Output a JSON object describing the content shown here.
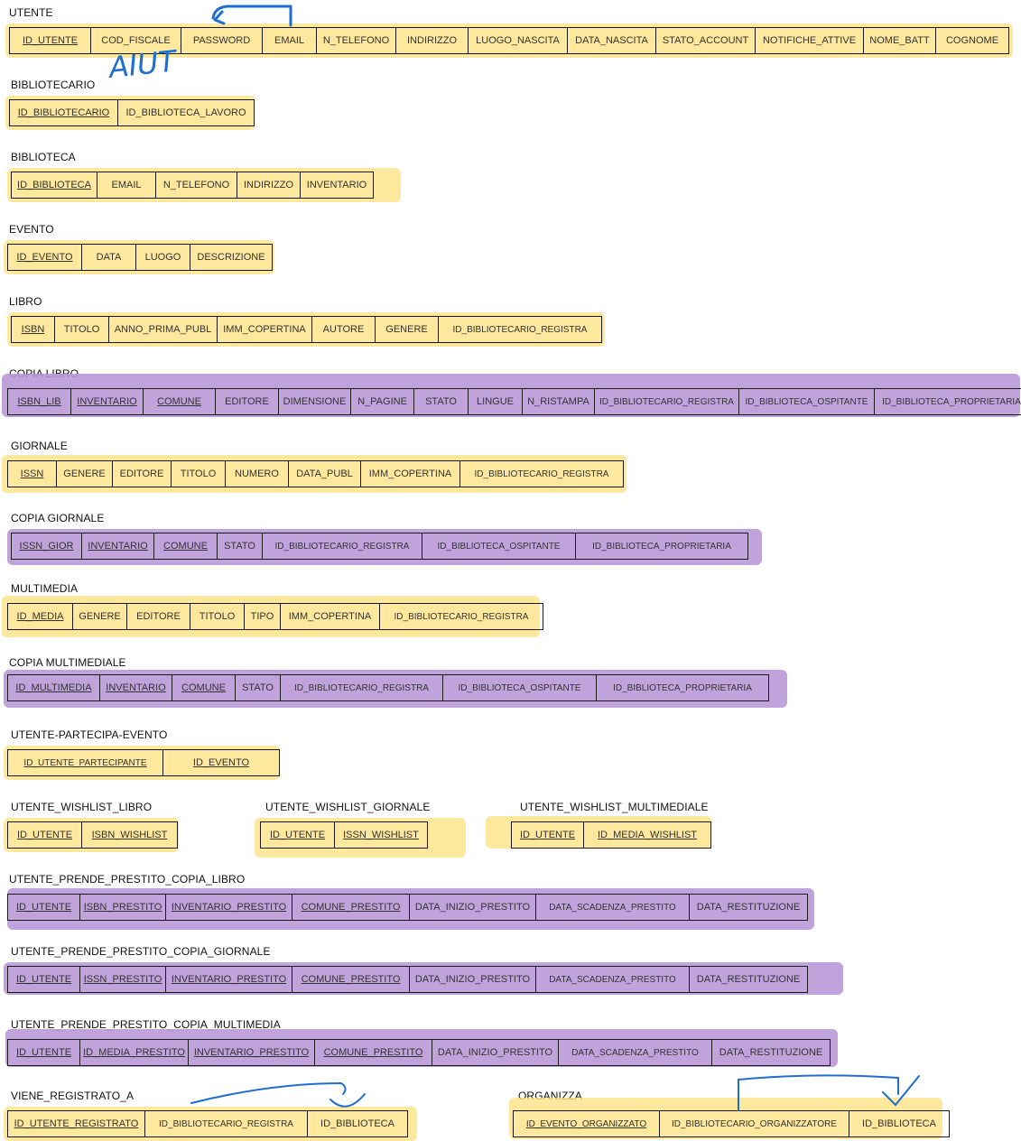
{
  "tables": [
    {
      "name": "UTENTE",
      "highlight": "yellow",
      "fields": [
        {
          "label": "ID_UTENTE",
          "pk": true
        },
        {
          "label": "COD_FISCALE",
          "pk": false
        },
        {
          "label": "PASSWORD",
          "pk": false
        },
        {
          "label": "EMAIL",
          "pk": false
        },
        {
          "label": "N_TELEFONO",
          "pk": false
        },
        {
          "label": "INDIRIZZO",
          "pk": false
        },
        {
          "label": "LUOGO_NASCITA",
          "pk": false
        },
        {
          "label": "DATA_NASCITA",
          "pk": false
        },
        {
          "label": "STATO_ACCOUNT",
          "pk": false
        },
        {
          "label": "NOTIFICHE_ATTIVE",
          "pk": false
        },
        {
          "label": "NOME_BATT",
          "pk": false
        },
        {
          "label": "COGNOME",
          "pk": false
        }
      ]
    },
    {
      "name": "BIBLIOTECARIO",
      "highlight": "yellow",
      "fields": [
        {
          "label": "ID_BIBLIOTECARIO",
          "pk": true
        },
        {
          "label": "ID_BIBLIOTECA_LAVORO",
          "pk": false
        }
      ]
    },
    {
      "name": "BIBLIOTECA",
      "highlight": "yellow",
      "fields": [
        {
          "label": "ID_BIBLIOTECA",
          "pk": true
        },
        {
          "label": "EMAIL",
          "pk": false
        },
        {
          "label": "N_TELEFONO",
          "pk": false
        },
        {
          "label": "INDIRIZZO",
          "pk": false
        },
        {
          "label": "INVENTARIO",
          "pk": false
        }
      ]
    },
    {
      "name": "EVENTO",
      "highlight": "yellow",
      "fields": [
        {
          "label": "ID_EVENTO",
          "pk": true
        },
        {
          "label": "DATA",
          "pk": false
        },
        {
          "label": "LUOGO",
          "pk": false
        },
        {
          "label": "DESCRIZIONE",
          "pk": false
        }
      ]
    },
    {
      "name": "LIBRO",
      "highlight": "yellow",
      "fields": [
        {
          "label": "ISBN",
          "pk": true
        },
        {
          "label": "TITOLO",
          "pk": false
        },
        {
          "label": "ANNO_PRIMA_PUBL",
          "pk": false
        },
        {
          "label": "IMM_COPERTINA",
          "pk": false
        },
        {
          "label": "AUTORE",
          "pk": false
        },
        {
          "label": "GENERE",
          "pk": false
        },
        {
          "label": "ID_BIBLIOTECARIO_REGISTRA",
          "pk": false
        }
      ]
    },
    {
      "name": "COPIA LIBRO",
      "highlight": "purple",
      "fields": [
        {
          "label": "ISBN_LIB",
          "pk": true
        },
        {
          "label": "INVENTARIO",
          "pk": true
        },
        {
          "label": "COMUNE",
          "pk": true
        },
        {
          "label": "EDITORE",
          "pk": false
        },
        {
          "label": "DIMENSIONE",
          "pk": false
        },
        {
          "label": "N_PAGINE",
          "pk": false
        },
        {
          "label": "STATO",
          "pk": false
        },
        {
          "label": "LINGUE",
          "pk": false
        },
        {
          "label": "N_RISTAMPA",
          "pk": false
        },
        {
          "label": "ID_BIBLIOTECARIO_REGISTRA",
          "pk": false
        },
        {
          "label": "ID_BIBLIOTECA_OSPITANTE",
          "pk": false
        },
        {
          "label": "ID_BIBLIOTECA_PROPRIETARIA",
          "pk": false
        }
      ]
    },
    {
      "name": "GIORNALE",
      "highlight": "yellow",
      "fields": [
        {
          "label": "ISSN",
          "pk": true
        },
        {
          "label": "GENERE",
          "pk": false
        },
        {
          "label": "EDITORE",
          "pk": false
        },
        {
          "label": "TITOLO",
          "pk": false
        },
        {
          "label": "NUMERO",
          "pk": false
        },
        {
          "label": "DATA_PUBL",
          "pk": false
        },
        {
          "label": "IMM_COPERTINA",
          "pk": false
        },
        {
          "label": "ID_BIBLIOTECARIO_REGISTRA",
          "pk": false
        }
      ]
    },
    {
      "name": "COPIA GIORNALE",
      "highlight": "purple",
      "fields": [
        {
          "label": "ISSN_GIOR",
          "pk": true
        },
        {
          "label": "INVENTARIO",
          "pk": true
        },
        {
          "label": "COMUNE",
          "pk": true
        },
        {
          "label": "STATO",
          "pk": false
        },
        {
          "label": "ID_BIBLIOTECARIO_REGISTRA",
          "pk": false
        },
        {
          "label": "ID_BIBLIOTECA_OSPITANTE",
          "pk": false
        },
        {
          "label": "ID_BIBLIOTECA_PROPRIETARIA",
          "pk": false
        }
      ]
    },
    {
      "name": "MULTIMEDIA",
      "highlight": "yellow",
      "fields": [
        {
          "label": "ID_MEDIA",
          "pk": true
        },
        {
          "label": "GENERE",
          "pk": false
        },
        {
          "label": "EDITORE",
          "pk": false
        },
        {
          "label": "TITOLO",
          "pk": false
        },
        {
          "label": "TIPO",
          "pk": false
        },
        {
          "label": "IMM_COPERTINA",
          "pk": false
        },
        {
          "label": "ID_BIBLIOTECARIO_REGISTRA",
          "pk": false
        }
      ]
    },
    {
      "name": "COPIA MULTIMEDIALE",
      "highlight": "purple",
      "fields": [
        {
          "label": "ID_MULTIMEDIA",
          "pk": true
        },
        {
          "label": "INVENTARIO",
          "pk": true
        },
        {
          "label": "COMUNE",
          "pk": true
        },
        {
          "label": "STATO",
          "pk": false
        },
        {
          "label": "ID_BIBLIOTECARIO_REGISTRA",
          "pk": false
        },
        {
          "label": "ID_BIBLIOTECA_OSPITANTE",
          "pk": false
        },
        {
          "label": "ID_BIBLIOTECA_PROPRIETARIA",
          "pk": false
        }
      ]
    },
    {
      "name": "UTENTE-PARTECIPA-EVENTO",
      "highlight": "yellow",
      "fields": [
        {
          "label": "ID_UTENTE_PARTECIPANTE",
          "pk": true
        },
        {
          "label": "ID_EVENTO",
          "pk": true
        }
      ]
    },
    {
      "name": "UTENTE_WISHLIST_LIBRO",
      "highlight": "yellow",
      "fields": [
        {
          "label": "ID_UTENTE",
          "pk": true
        },
        {
          "label": "ISBN_WISHLIST",
          "pk": true
        }
      ]
    },
    {
      "name": "UTENTE_WISHLIST_GIORNALE",
      "highlight": "yellow",
      "fields": [
        {
          "label": "ID_UTENTE",
          "pk": true
        },
        {
          "label": "ISSN_WISHLIST",
          "pk": true
        }
      ]
    },
    {
      "name": "UTENTE_WISHLIST_MULTIMEDIALE",
      "highlight": "yellow",
      "fields": [
        {
          "label": "ID_UTENTE",
          "pk": true
        },
        {
          "label": "ID_MEDIA_WISHLIST",
          "pk": true
        }
      ]
    },
    {
      "name": "UTENTE_PRENDE_PRESTITO_COPIA_LIBRO",
      "highlight": "purple",
      "fields": [
        {
          "label": "ID_UTENTE",
          "pk": true
        },
        {
          "label": "ISBN_PRESTITO",
          "pk": true
        },
        {
          "label": "INVENTARIO_PRESTITO",
          "pk": true
        },
        {
          "label": "COMUNE_PRESTITO",
          "pk": true
        },
        {
          "label": "DATA_INIZIO_PRESTITO",
          "pk": false
        },
        {
          "label": "DATA_SCADENZA_PRESTITO",
          "pk": false
        },
        {
          "label": "DATA_RESTITUZIONE",
          "pk": false
        }
      ]
    },
    {
      "name": "UTENTE_PRENDE_PRESTITO_COPIA_GIORNALE",
      "highlight": "purple",
      "fields": [
        {
          "label": "ID_UTENTE",
          "pk": true
        },
        {
          "label": "ISSN_PRESTITO",
          "pk": true
        },
        {
          "label": "INVENTARIO_PRESTITO",
          "pk": true
        },
        {
          "label": "COMUNE_PRESTITO",
          "pk": true
        },
        {
          "label": "DATA_INIZIO_PRESTITO",
          "pk": false
        },
        {
          "label": "DATA_SCADENZA_PRESTITO",
          "pk": false
        },
        {
          "label": "DATA_RESTITUZIONE",
          "pk": false
        }
      ]
    },
    {
      "name": "UTENTE_PRENDE_PRESTITO_COPIA_MULTIMEDIA",
      "highlight": "purple",
      "fields": [
        {
          "label": "ID_UTENTE",
          "pk": true
        },
        {
          "label": "ID_MEDIA_PRESTITO",
          "pk": true
        },
        {
          "label": "INVENTARIO_PRESTITO",
          "pk": true
        },
        {
          "label": "COMUNE_PRESTITO",
          "pk": true
        },
        {
          "label": "DATA_INIZIO_PRESTITO",
          "pk": false
        },
        {
          "label": "DATA_SCADENZA_PRESTITO",
          "pk": false
        },
        {
          "label": "DATA_RESTITUZIONE",
          "pk": false
        }
      ]
    },
    {
      "name": "VIENE_REGISTRATO_A",
      "highlight": "yellow",
      "fields": [
        {
          "label": "ID_UTENTE_REGISTRATO",
          "pk": true
        },
        {
          "label": "ID_BIBLIOTECARIO_REGISTRA",
          "pk": false
        },
        {
          "label": "ID_BIBLIOTECA",
          "pk": false
        }
      ]
    },
    {
      "name": "ORGANIZZA",
      "highlight": "yellow",
      "fields": [
        {
          "label": "ID_EVENTO_ORGANIZZATO",
          "pk": true
        },
        {
          "label": "ID_BIBLIOTECARIO_ORGANIZZATORE",
          "pk": false
        },
        {
          "label": "ID_BIBLIOTECA",
          "pk": false
        }
      ]
    }
  ],
  "annotations": {
    "handwritten_note": "AIUT",
    "ink_color": "#1f6fd1"
  },
  "colors": {
    "highlight_yellow": "#fde282",
    "highlight_purple": "#b896d6",
    "border": "#1a1a1a"
  }
}
